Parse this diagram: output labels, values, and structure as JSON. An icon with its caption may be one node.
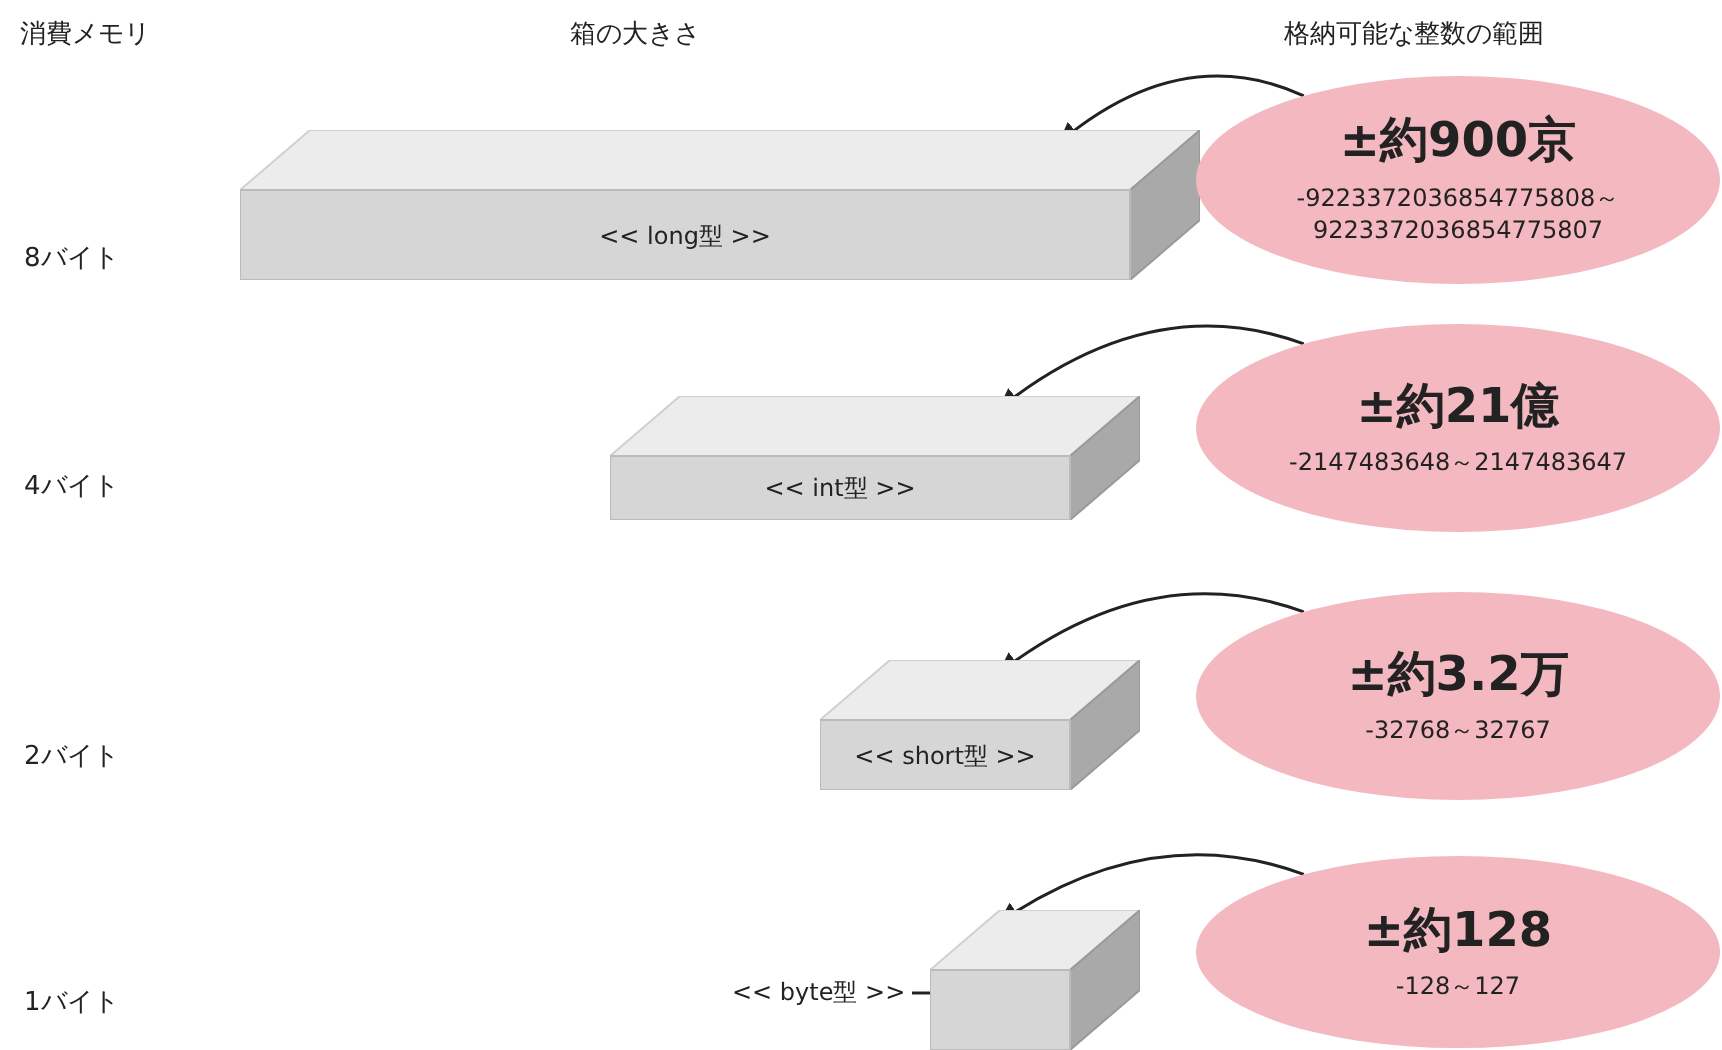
{
  "diagram": {
    "nodes": [
      {
        "text": [
          "<< long型 >>"
        ]
      },
      {
        "text": [
          "±約900京",
          "-9223372036854775808～9223372036854775807"
        ]
      },
      {
        "text": [
          "<< int型 >>"
        ]
      },
      {
        "text": [
          "±約21億",
          "-2147483648～2147483647"
        ]
      },
      {
        "text": [
          "<< short型 >>"
        ]
      },
      {
        "text": [
          "±約3.2万",
          "-32768～32767"
        ]
      },
      {
        "text": [],
        "shape": "box"
      },
      {
        "text": [
          "±約128",
          "-128～127"
        ]
      },
      {
        "text": [
          "<< byte型 >>"
        ]
      }
    ],
    "edges": [
      {
        "from": 1,
        "to": 0,
        "arrow": "to"
      },
      {
        "from": 3,
        "to": 2,
        "arrow": "to"
      },
      {
        "from": 5,
        "to": 4,
        "arrow": "to"
      },
      {
        "from": 7,
        "to": 6,
        "arrow": "to"
      },
      {
        "from": 8,
        "to": 6,
        "arrow": "none"
      }
    ],
    "labels": [
      "消費メモリ",
      "箱の大きさ",
      "格納可能な整数の範囲",
      "8バイト",
      "4バイト",
      "2バイト",
      "1バイト"
    ]
  }
}
